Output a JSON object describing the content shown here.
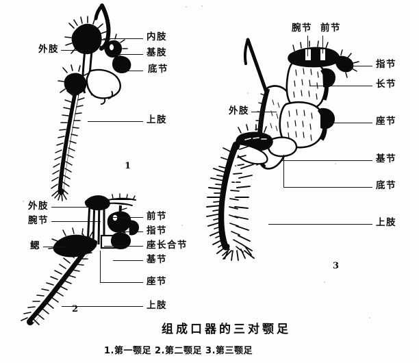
{
  "figure": {
    "caption_main": "组成口器的三对颚足",
    "caption_sub": "1.第一颚足  2.第二颚足  3.第三颚足"
  },
  "panels": [
    {
      "id": "panel-1",
      "number": "1",
      "sub_caption": "第一颚足",
      "labels": [
        {
          "name": "exopod",
          "text": "外肢",
          "side": "left"
        },
        {
          "name": "endopod",
          "text": "内肢",
          "side": "right"
        },
        {
          "name": "basipod",
          "text": "基肢",
          "side": "right"
        },
        {
          "name": "coxopod",
          "text": "底节",
          "side": "right"
        },
        {
          "name": "epipod",
          "text": "上肢",
          "side": "right"
        }
      ]
    },
    {
      "id": "panel-2",
      "number": "2",
      "sub_caption": "第二颚足",
      "labels": [
        {
          "name": "exopod",
          "text": "外肢",
          "side": "left"
        },
        {
          "name": "carpus",
          "text": "腕节",
          "side": "left"
        },
        {
          "name": "gill",
          "text": "鳃",
          "side": "left"
        },
        {
          "name": "propodus",
          "text": "前节",
          "side": "right"
        },
        {
          "name": "dactylus",
          "text": "指节",
          "side": "right"
        },
        {
          "name": "ischiomerus",
          "text": "座长合节",
          "side": "right"
        },
        {
          "name": "basis",
          "text": "基节",
          "side": "right"
        },
        {
          "name": "ischium",
          "text": "座节",
          "side": "right"
        },
        {
          "name": "epipod",
          "text": "上肢",
          "side": "right"
        }
      ]
    },
    {
      "id": "panel-3",
      "number": "3",
      "sub_caption": "第三颚足",
      "labels": [
        {
          "name": "carpus",
          "text": "腕节",
          "side": "top"
        },
        {
          "name": "propodus",
          "text": "前节",
          "side": "top"
        },
        {
          "name": "exopod",
          "text": "外肢",
          "side": "left"
        },
        {
          "name": "dactylus",
          "text": "指节",
          "side": "right"
        },
        {
          "name": "merus",
          "text": "长节",
          "side": "right"
        },
        {
          "name": "ischium",
          "text": "座节",
          "side": "right"
        },
        {
          "name": "basis",
          "text": "基节",
          "side": "right"
        },
        {
          "name": "coxa",
          "text": "底节",
          "side": "right"
        },
        {
          "name": "epipod",
          "text": "上肢",
          "side": "right"
        }
      ]
    }
  ],
  "colors": {
    "ink": "#0a0a0a",
    "paper": "#fdfdfd",
    "leader": "#111111"
  }
}
